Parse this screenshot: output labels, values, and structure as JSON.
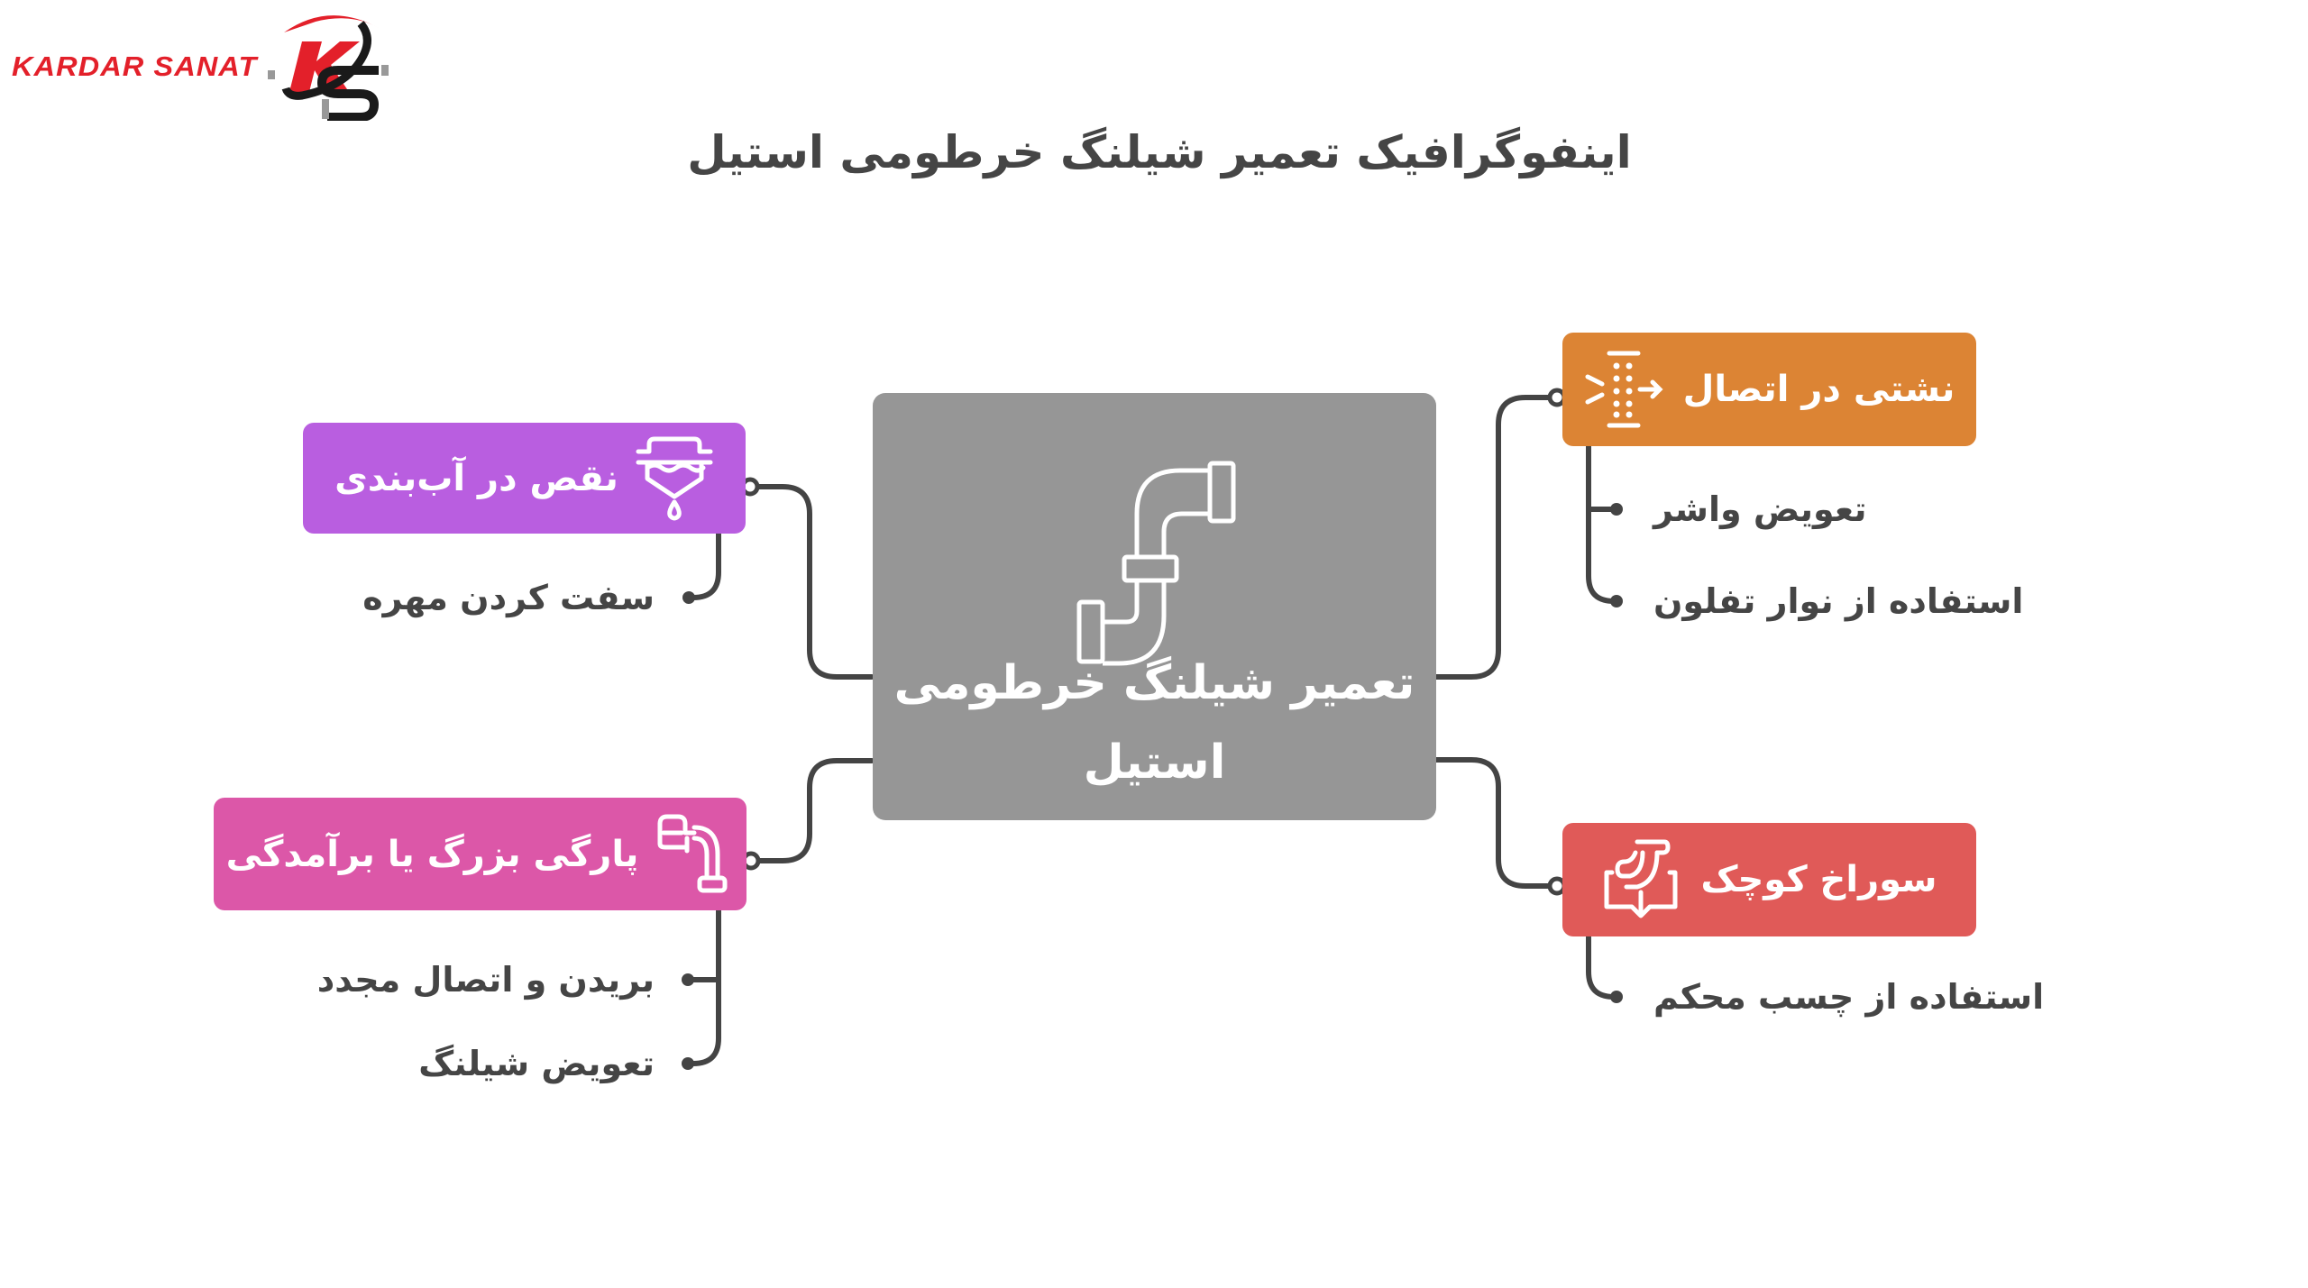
{
  "logo": {
    "text": "KARDAR SANAT",
    "mark": "KS",
    "brand_red": "#e3202a",
    "brand_black": "#1a1a1a"
  },
  "title": "اینفوگرافیک تعمیر شیلنگ خرطومی استیل",
  "colors": {
    "text": "#454545",
    "connector": "#444444",
    "central": "#969696",
    "purple": "#b95ee0",
    "pink": "#dc57a8",
    "orange": "#dc8434",
    "red": "#e05a58"
  },
  "central": {
    "icon": "pipe-elbow-icon",
    "title": "تعمیر شیلنگ خرطومی استیل"
  },
  "branches": {
    "seal_defect": {
      "label": "نقص در آب‌بندی",
      "icon": "water-seal-drip-icon",
      "color": "#b95ee0",
      "children": [
        "سفت کردن مهره"
      ]
    },
    "large_tear": {
      "label": "پارگی بزرگ یا برآمدگی",
      "icon": "broken-pipe-icon",
      "color": "#dc57a8",
      "children": [
        "بریدن و  اتصال مجدد",
        "تعویض شیلنگ"
      ]
    },
    "joint_leak": {
      "label": "نشتی در اتصال",
      "icon": "leak-spray-icon",
      "color": "#dc8434",
      "children": [
        "تعویض واشر",
        "استفاده از نوار تفلون"
      ]
    },
    "small_hole": {
      "label": "سوراخ کوچک",
      "icon": "pipe-patch-icon",
      "color": "#e05a58",
      "children": [
        "استفاده از چسب محکم"
      ]
    }
  }
}
